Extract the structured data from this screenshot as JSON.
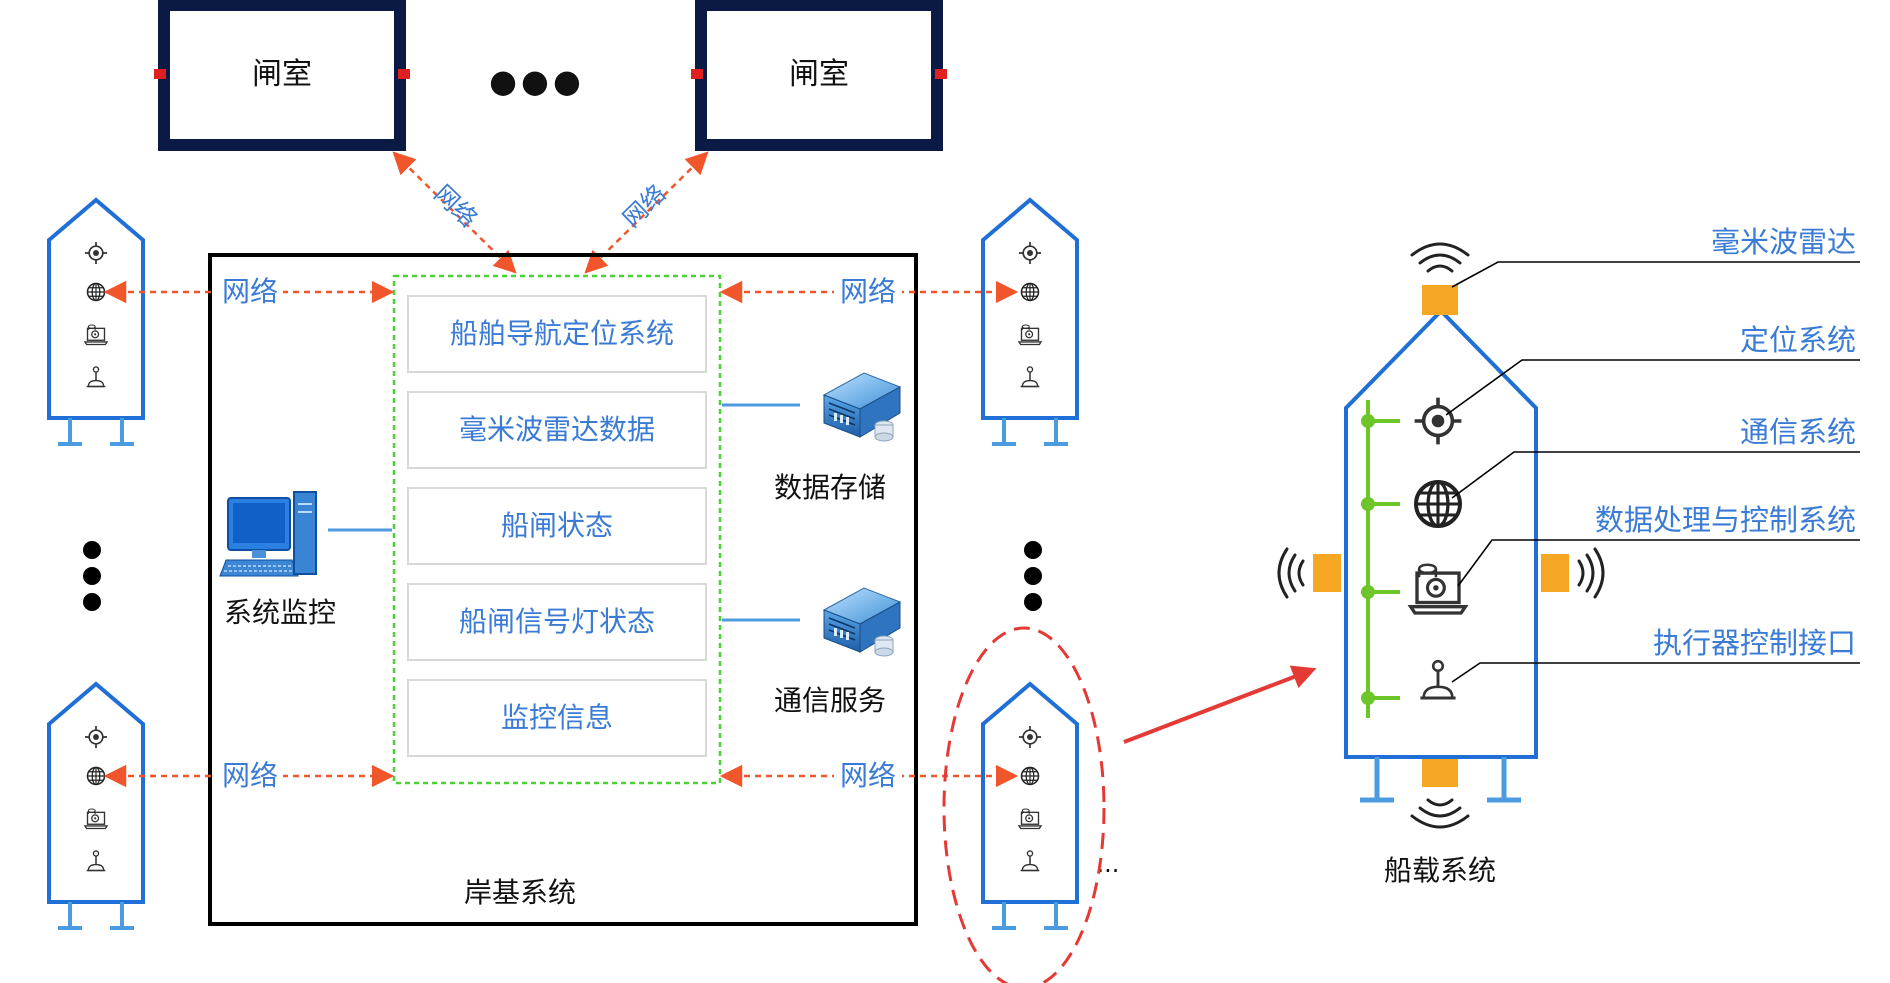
{
  "locks": {
    "label": "闸室",
    "ellipsis": "●●●"
  },
  "network_label": "网络",
  "shore": {
    "title": "岸基系统",
    "modules": [
      "船舶导航定位系统",
      "毫米波雷达数据",
      "船闸状态",
      "船闸信号灯状态",
      "监控信息"
    ],
    "monitor_label": "系统监控",
    "storage_label": "数据存储",
    "comm_label": "通信服务"
  },
  "more_dots": "...",
  "onboard": {
    "title": "船载系统",
    "callouts": [
      "毫米波雷达",
      "定位系统",
      "通信系统",
      "数据处理与控制系统",
      "执行器控制接口"
    ]
  },
  "colors": {
    "ship_blue": "#1f6fd6",
    "lock_navy": "#0b1a44",
    "lock_red": "#e02020",
    "arrow_orange": "#f0552b",
    "green_dashed": "#4cd137",
    "label_blue": "#3a7bd5",
    "bus_green": "#6cc62a",
    "sensor_orange": "#f5a623",
    "ellipse_red": "#e53935"
  },
  "icons": [
    "crosshair-icon",
    "globe-icon",
    "laptop-gear-icon",
    "joystick-icon",
    "wifi-icon",
    "server-icon",
    "computer-icon"
  ]
}
